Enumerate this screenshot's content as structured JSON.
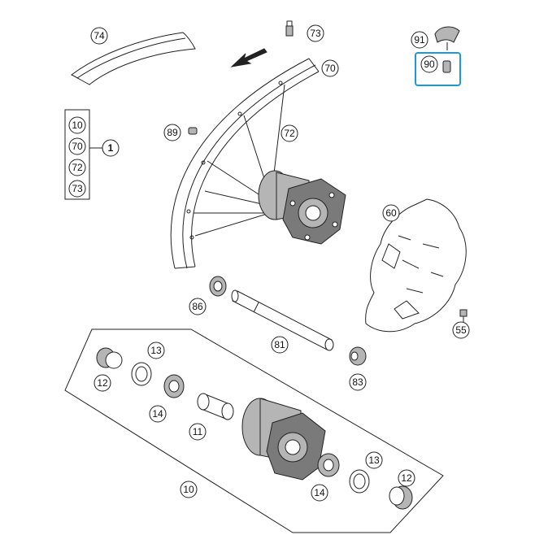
{
  "callouts": {
    "c74": "74",
    "c73_top": "73",
    "c70_top": "70",
    "c91": "91",
    "c90": "90",
    "c89": "89",
    "c72_top": "72",
    "c60": "60",
    "c86": "86",
    "c81": "81",
    "c55": "55",
    "c13_left": "13",
    "c12_left": "12",
    "c14_left": "14",
    "c11": "11",
    "c83": "83",
    "c13_right": "13",
    "c12_right": "12",
    "c14_right": "14",
    "c10_bottom": "10",
    "c1": "1"
  },
  "assembly_list": [
    "10",
    "70",
    "72",
    "73"
  ],
  "colors": {
    "highlight": "#1a9ad6",
    "line": "#222222",
    "metal": "#b5b5b5"
  }
}
